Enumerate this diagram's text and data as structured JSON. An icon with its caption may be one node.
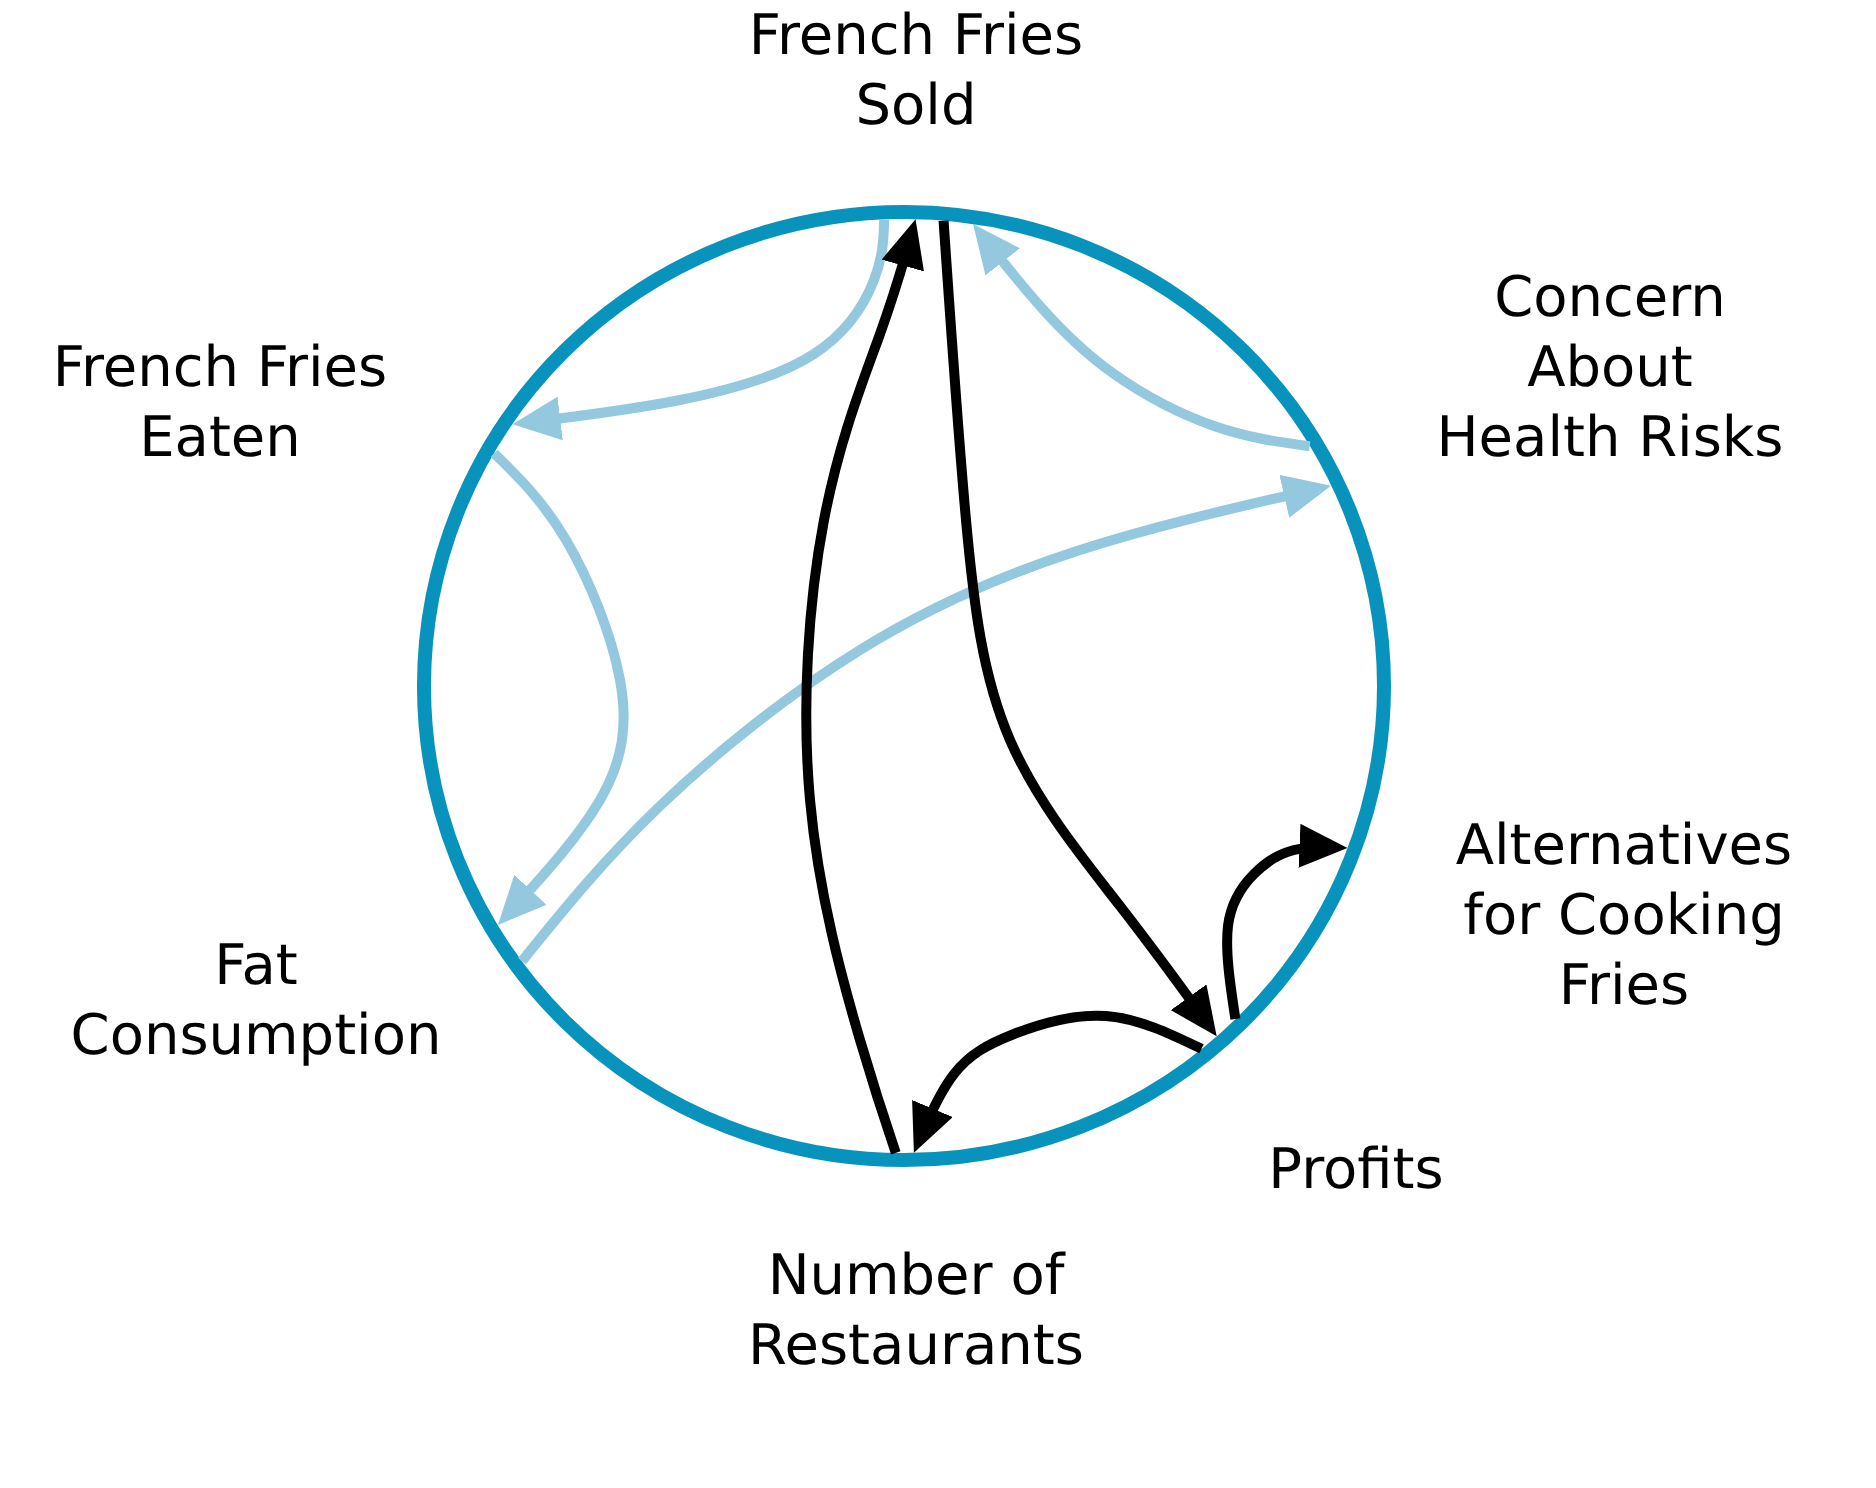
{
  "diagram": {
    "nodes": [
      {
        "text": [
          "French Fries Sold"
        ]
      },
      {
        "text": [
          "French Fries Eaten"
        ]
      },
      {
        "text": [
          "Concern About Health Risks"
        ]
      },
      {
        "text": [
          "Alternatives for Cooking Fries"
        ]
      },
      {
        "text": [
          "Fat Consumption"
        ]
      },
      {
        "text": [
          "Profits"
        ]
      },
      {
        "text": [
          "Number of Restaurants"
        ]
      }
    ],
    "edges": [
      {
        "from": 0,
        "to": 1,
        "arrow": "to",
        "color": "#94c8de"
      },
      {
        "from": 2,
        "to": 0,
        "arrow": "to",
        "color": "#94c8de"
      },
      {
        "from": 1,
        "to": 4,
        "arrow": "to",
        "color": "#94c8de"
      },
      {
        "from": 4,
        "to": 2,
        "arrow": "to",
        "color": "#94c8de"
      },
      {
        "from": 6,
        "to": 0,
        "arrow": "to",
        "color": "#000000"
      },
      {
        "from": 0,
        "to": 5,
        "arrow": "to",
        "color": "#000000"
      },
      {
        "from": 5,
        "to": 6,
        "arrow": "to",
        "color": "#000000"
      },
      {
        "from": 5,
        "to": 3,
        "arrow": "to",
        "color": "#000000"
      }
    ]
  }
}
